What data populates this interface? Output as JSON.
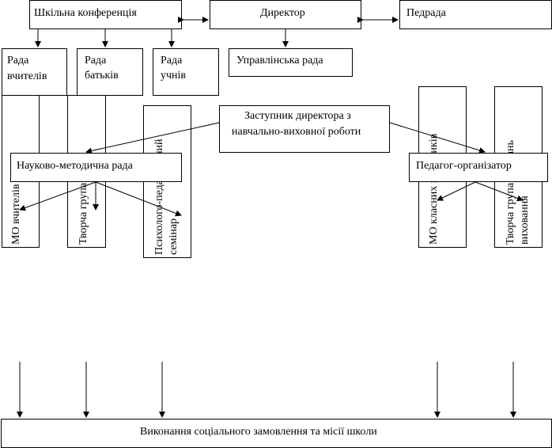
{
  "nodes": {
    "school_conference": "Шкільна конференція",
    "director": "Директор",
    "pedrada": "Педрада",
    "teachers_council_line1": "Рада",
    "teachers_council_line2": "вчителів",
    "parents_council_line1": "Рада",
    "parents_council_line2": "батьків",
    "students_council_line1": "Рада",
    "students_council_line2": "учнів",
    "management_council": "Управлінська рада",
    "deputy_director_line1": "Заступник директора з",
    "deputy_director_line2": "навчально-виховної роботи",
    "scientific_methodical_council": "Науково-методична рада",
    "pedagogue_organizer": "Педагог-організатор",
    "teachers_mo": "МО вчителів",
    "creative_group_left": "Творча група",
    "psych_seminar_line1": "Психолого-педагогічний",
    "psych_seminar_line2": "семінар",
    "class_teachers_mo": "МО класних керівників",
    "creative_group_right_line1": "Творча група з питань",
    "creative_group_right_line2": "виховання",
    "result": "Виконання соціального замовлення та місії школи"
  }
}
